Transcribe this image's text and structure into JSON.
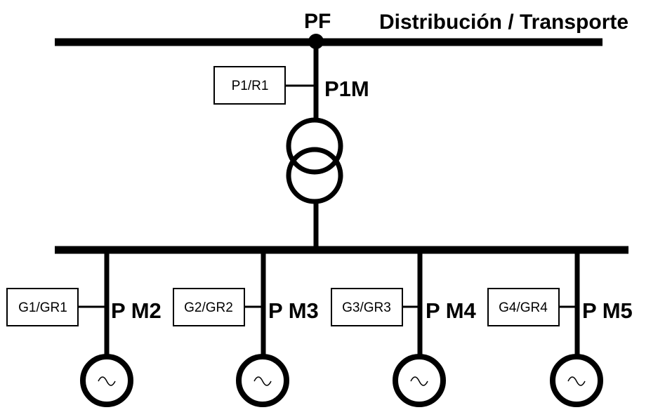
{
  "labels": {
    "connection_point": "PF",
    "network": "Distribución / Transporte",
    "meter_main": "P1M",
    "meter_main_box": "P1/R1"
  },
  "generators": [
    {
      "meter": "P M2",
      "box": "G1/GR1"
    },
    {
      "meter": "P M3",
      "box": "G2/GR2"
    },
    {
      "meter": "P M4",
      "box": "G3/GR3"
    },
    {
      "meter": "P M5",
      "box": "G4/GR4"
    }
  ],
  "colors": {
    "line": "#000000",
    "background": "#ffffff"
  }
}
